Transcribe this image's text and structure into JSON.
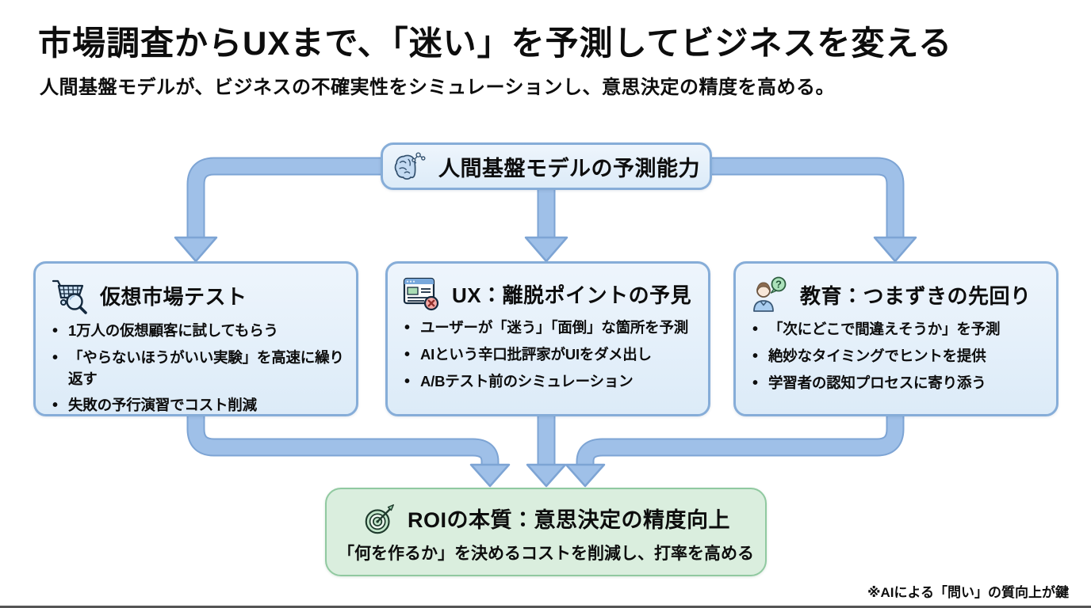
{
  "title": "市場調査からUXまで、「迷い」を予測してビジネスを変える",
  "subtitle": "人間基盤モデルが、ビジネスの不確実性をシミュレーションし、意思決定の精度を高める。",
  "top_box": {
    "icon": "brain-network-icon",
    "label": "人間基盤モデルの予測能力"
  },
  "columns": [
    {
      "icon": "shopping-cart-magnifier-icon",
      "title": "仮想市場テスト",
      "bullets": [
        "1万人の仮想顧客に試してもらう",
        "「やらないほうがいい実験」を高速に繰り返す",
        "失敗の予行演習でコスト削減"
      ]
    },
    {
      "icon": "browser-error-icon",
      "title": "UX：離脱ポイントの予見",
      "bullets": [
        "ユーザーが「迷う」「面倒」な箇所を予測",
        "AIという辛口批評家がUIをダメ出し",
        "A/Bテスト前のシミュレーション"
      ]
    },
    {
      "icon": "student-question-icon",
      "title": "教育：つまずきの先回り",
      "bullets": [
        "「次にどこで間違えそうか」を予測",
        "絶妙なタイミングでヒントを提供",
        "学習者の認知プロセスに寄り添う"
      ]
    }
  ],
  "result_box": {
    "icon": "target-dart-icon",
    "title": "ROIの本質：意思決定の精度向上",
    "subtitle": "「何を作るか」を決めるコストを削減し、打率を高める"
  },
  "footnote": "※AIによる「問い」の質向上が鍵",
  "icons": {
    "question_mark": "?"
  },
  "colors": {
    "box_blue_fill": "#e7f1fa",
    "box_blue_border": "#86add8",
    "arrow_fill": "#9fc0e8",
    "arrow_border": "#7da4d4",
    "result_green_fill": "#daeede",
    "result_green_border": "#90c9a0",
    "text": "#0d0d0d"
  }
}
